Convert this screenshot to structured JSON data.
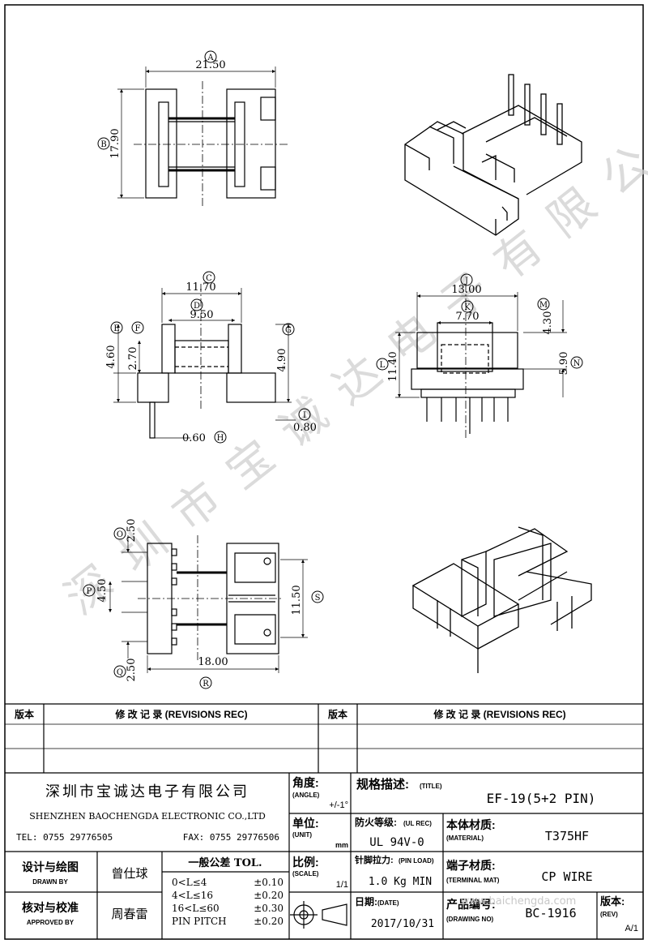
{
  "dimensions": {
    "A": "21.50",
    "B": "17.90",
    "C": "11.70",
    "D": "9.50",
    "E": "4.60",
    "F": "2.70",
    "G": "4.90",
    "H": "0.60",
    "I": "0.80",
    "J": "13.00",
    "K": "7.70",
    "L": "11.40",
    "M": "4.30",
    "N": "5.90",
    "O": "2.50",
    "P": "4.50",
    "Q": "2.50",
    "R": "18.00",
    "S": "11.50"
  },
  "labels": {
    "A": "A",
    "B": "B",
    "C": "C",
    "D": "D",
    "E": "E",
    "F": "F",
    "G": "G",
    "H": "H",
    "I": "I",
    "J": "J",
    "K": "K",
    "L": "L",
    "M": "M",
    "N": "N",
    "O": "O",
    "P": "P",
    "Q": "Q",
    "R": "R",
    "S": "S"
  },
  "watermark": "深圳市宝诚达电子有限公司",
  "revisions": {
    "col1_header": "版本",
    "col2_header": "修 改 记 录  (REVISIONS REC)",
    "col3_header": "版本",
    "col4_header": "修 改 记 录  (REVISIONS REC)"
  },
  "company": {
    "name_cn": "深圳市宝诚达电子有限公司",
    "name_en": "SHENZHEN BAOCHENGDA ELECTRONIC CO.,LTD",
    "tel": "TEL: 0755 29776505",
    "fax": "FAX: 0755 29776506"
  },
  "angle": {
    "label_cn": "角度:",
    "label_en": "(ANGLE)",
    "value": "+/-1°"
  },
  "unit": {
    "label_cn": "单位:",
    "label_en": "(UNIT)",
    "value": "mm"
  },
  "scale": {
    "label_cn": "比例:",
    "label_en": "(SCALE)",
    "value": "1/1"
  },
  "title": {
    "label_cn": "规格描述:",
    "label_en": "(TITLE)",
    "value": "EF-19(5+2 PIN)"
  },
  "ul": {
    "label_cn": "防火等级:",
    "label_en": "(UL REC)",
    "value": "UL 94V-0"
  },
  "material": {
    "label_cn": "本体材质:",
    "label_en": "(MATERIAL)",
    "value": "T375HF"
  },
  "pin_load": {
    "label_cn": "针脚拉力:",
    "label_en": "(PIN LOAD)",
    "value": "1.0 Kg MIN"
  },
  "terminal": {
    "label_cn": "端子材质:",
    "label_en": "(TERMINAL MAT)",
    "value": "CP WIRE"
  },
  "date": {
    "label_cn": "日期:",
    "label_en": "(DATE)",
    "value": "2017/10/31"
  },
  "drawing_no": {
    "label_cn": "产品编号:",
    "label_en": "(DRAWING NO)",
    "value": "BC-1916"
  },
  "rev": {
    "label_cn": "版本:",
    "label_en": "(REV)",
    "value": "A/1"
  },
  "drawn": {
    "label_cn": "设计与绘图",
    "label_en": "DRAWN BY",
    "name": "曾仕球"
  },
  "approved": {
    "label_cn": "核对与校准",
    "label_en": "APPROVED BY",
    "name": "周春雷"
  },
  "tolerance": {
    "title": "一般公差 TOL.",
    "rows": [
      {
        "range": "0<L≤4",
        "tol": "±0.10"
      },
      {
        "range": "4<L≤16",
        "tol": "±0.20"
      },
      {
        "range": "16<L≤60",
        "tol": "±0.30"
      },
      {
        "range": "PIN PITCH",
        "tol": "±0.20"
      }
    ]
  },
  "site_watermark": "www.baichengda.com"
}
